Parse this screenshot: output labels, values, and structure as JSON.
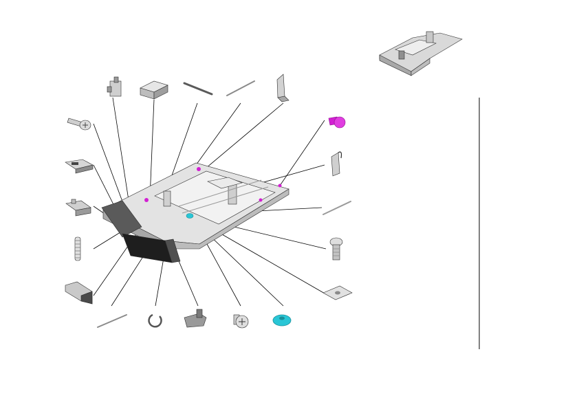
{
  "diagram": {
    "view": "exploded-parts",
    "assembly": "paper-tray-cassette",
    "palette": {
      "part_fill": "#d9d9d9",
      "part_shade": "#a8a8a8",
      "part_dark": "#3a3a3a",
      "accent_magenta": "#d21fd2",
      "accent_cyan": "#29c6d6",
      "leader": "#000000"
    },
    "parts": [
      {
        "id": "clip-top-left"
      },
      {
        "id": "block"
      },
      {
        "id": "rod-short"
      },
      {
        "id": "pin-thin"
      },
      {
        "id": "bracket-upright"
      },
      {
        "id": "screw-left"
      },
      {
        "id": "lever-left-upper"
      },
      {
        "id": "lever-left-mid"
      },
      {
        "id": "spring"
      },
      {
        "id": "latch-lower-left"
      },
      {
        "id": "rod-bottom"
      },
      {
        "id": "e-ring"
      },
      {
        "id": "cam"
      },
      {
        "id": "screw-bottom"
      },
      {
        "id": "washer-cyan"
      },
      {
        "id": "screw-magenta"
      },
      {
        "id": "bracket-right"
      },
      {
        "id": "rod-right"
      },
      {
        "id": "screw-right"
      },
      {
        "id": "plate-right"
      }
    ]
  }
}
